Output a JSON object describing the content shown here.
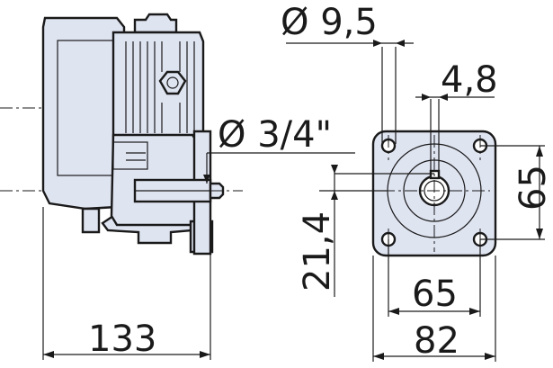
{
  "dimensions": {
    "shaft_hole_dia": "Ø 9,5",
    "keyway_width": "4,8",
    "pipe_thread": "Ø 3/4\"",
    "flange_square": "65",
    "flange_height": "65",
    "bore_offset": "21,4",
    "flange_width": "82",
    "overall_length": "133"
  },
  "colors": {
    "body": "#dfe4f1",
    "line": "#1a1a1a",
    "background": "#ffffff"
  }
}
